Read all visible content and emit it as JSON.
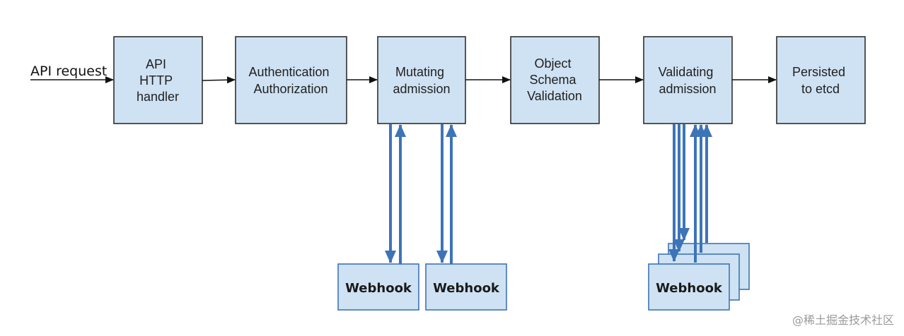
{
  "api_request": "API request",
  "stages": [
    {
      "id": "api-http-handler",
      "lines": [
        "API",
        "HTTP",
        "handler"
      ]
    },
    {
      "id": "authentication-authorization",
      "lines": [
        "Authentication",
        "Authorization"
      ]
    },
    {
      "id": "mutating-admission",
      "lines": [
        "Mutating",
        "admission"
      ]
    },
    {
      "id": "object-schema-validation",
      "lines": [
        "Object",
        "Schema",
        "Validation"
      ]
    },
    {
      "id": "validating-admission",
      "lines": [
        "Validating",
        "admission"
      ]
    },
    {
      "id": "persisted-to-etcd",
      "lines": [
        "Persisted",
        "to etcd"
      ]
    }
  ],
  "webhooks": [
    {
      "id": "mutating-webhook-1",
      "label": "Webhook",
      "attached_to": "mutating-admission"
    },
    {
      "id": "mutating-webhook-2",
      "label": "Webhook",
      "attached_to": "mutating-admission"
    },
    {
      "id": "validating-webhook",
      "label": "Webhook",
      "attached_to": "validating-admission",
      "stacked": 3
    }
  ],
  "watermark": "@稀土掘金技术社区",
  "colors": {
    "box_fill": "#cfe2f3",
    "box_stroke": "#2f2f2f",
    "webhook_arrow": "#3d74b8",
    "flow_arrow": "#111111"
  }
}
